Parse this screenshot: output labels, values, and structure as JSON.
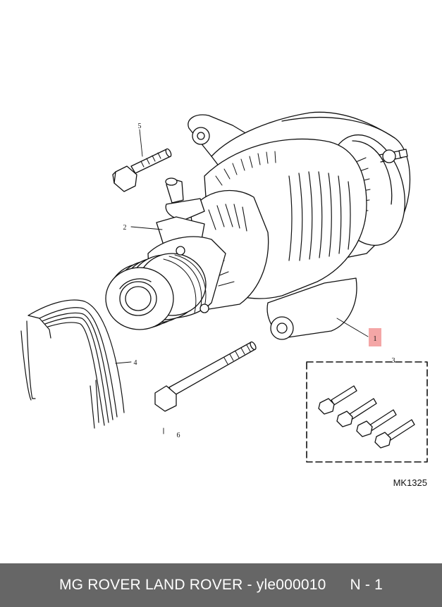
{
  "diagram": {
    "callouts": [
      {
        "id": "1",
        "label": "1"
      },
      {
        "id": "2",
        "label": "2"
      },
      {
        "id": "3",
        "label": "3"
      },
      {
        "id": "4",
        "label": "4"
      },
      {
        "id": "5",
        "label": "5"
      },
      {
        "id": "6",
        "label": "6"
      }
    ],
    "drawing_code": "MK1325",
    "highlight_color": "#f4a6a6"
  },
  "footer": {
    "title": "MG ROVER LAND ROVER - yle000010",
    "page": "N - 1",
    "background": "#666666"
  }
}
